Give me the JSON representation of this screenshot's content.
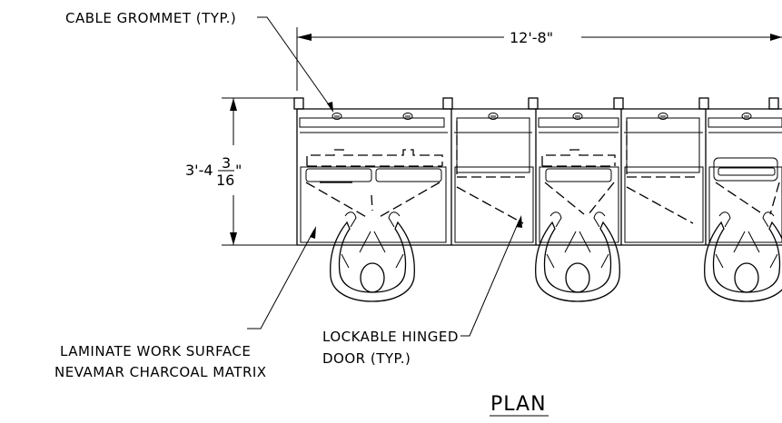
{
  "labels": {
    "cable_grommet": "CABLE GROMMET (TYP.)",
    "overall_width": "12'-8\"",
    "depth_main": "3'-4",
    "depth_frac_num": "3",
    "depth_frac_den": "16",
    "depth_inch_mark": "\"",
    "lockable_door_line1": "LOCKABLE HINGED",
    "lockable_door_line2": "DOOR (TYP.)",
    "surface_line1": "LAMINATE WORK SURFACE",
    "surface_line2": "NEVAMAR CHARCOAL MATRIX",
    "view_title": "PLAN"
  },
  "colors": {
    "line": "#000000",
    "background": "#ffffff"
  }
}
